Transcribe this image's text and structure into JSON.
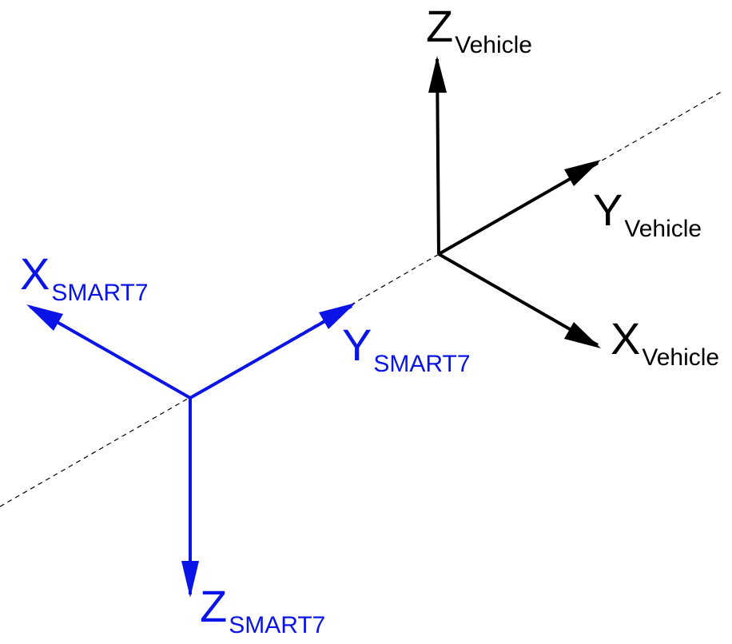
{
  "colors": {
    "vehicle": "#000000",
    "smart7": "#0a14e6",
    "guide_line": "#000000",
    "background": "#ffffff"
  },
  "vehicle_frame": {
    "x_axis": {
      "letter": "X",
      "subscript": "Vehicle"
    },
    "y_axis": {
      "letter": "Y",
      "subscript": "Vehicle"
    },
    "z_axis": {
      "letter": "Z",
      "subscript": "Vehicle"
    }
  },
  "smart7_frame": {
    "x_axis": {
      "letter": "X",
      "subscript": "SMART7"
    },
    "y_axis": {
      "letter": "Y",
      "subscript": "SMART7"
    },
    "z_axis": {
      "letter": "Z",
      "subscript": "SMART7"
    }
  }
}
